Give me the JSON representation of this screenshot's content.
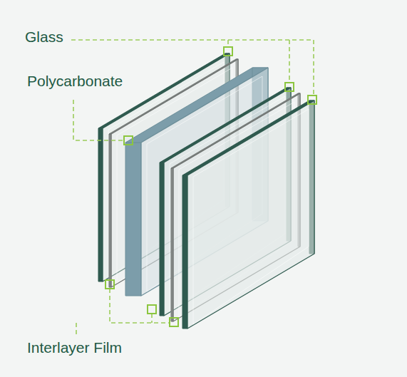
{
  "diagram": {
    "labels": [
      "Glass",
      "Polycarbonate",
      "Interlayer Film"
    ]
  }
}
